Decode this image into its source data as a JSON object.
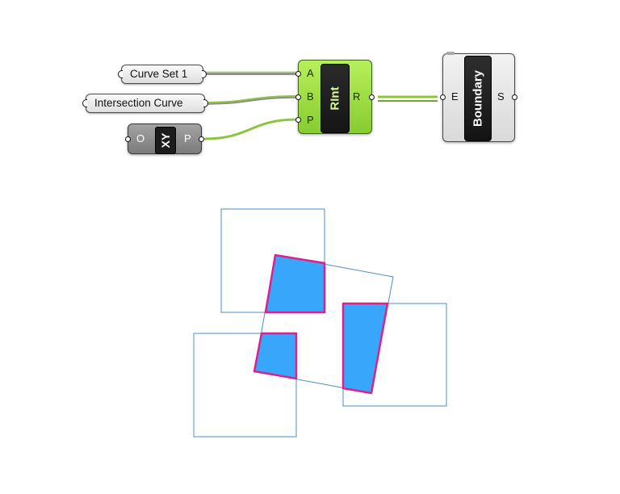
{
  "definition": {
    "params": [
      {
        "label": "Curve Set 1"
      },
      {
        "label": "Intersection Curve"
      }
    ],
    "xy_plane": {
      "badge": "XY",
      "input": "O",
      "output": "P"
    },
    "region_intersection": {
      "badge": "RInt",
      "inputs": [
        "A",
        "B",
        "P"
      ],
      "output": "R"
    },
    "boundary": {
      "badge": "Boundary",
      "input": "E",
      "output": "S"
    }
  },
  "colors": {
    "wire_green": "#8cc63f",
    "wire_grey": "#a0a0a0",
    "component_green": "#9fdc45",
    "region_fill": "#38a7fb",
    "region_edge": "#e0208a",
    "curve_stroke": "#4a90c8"
  }
}
